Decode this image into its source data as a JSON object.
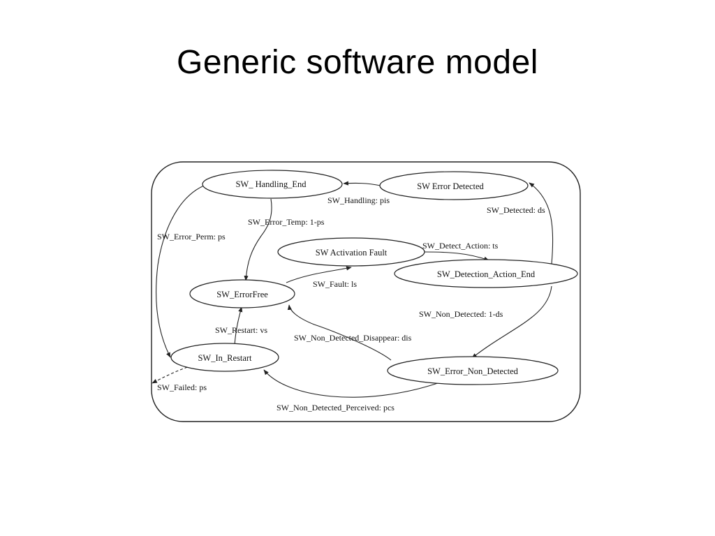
{
  "slide": {
    "title": "Generic software model"
  },
  "diagram": {
    "states": {
      "handling_end": "SW_ Handling_End",
      "error_detected": "SW  Error  Detected",
      "activation_fault": "SW  Activation  Fault",
      "detection_action_end": "SW_Detection_Action_End",
      "error_free": "SW_ErrorFree",
      "in_restart": "SW_In_Restart",
      "error_non_detected": "SW_Error_Non_Detected"
    },
    "transitions": {
      "handling": "SW_Handling: pis",
      "detected": "SW_Detected: ds",
      "error_temp": "SW_Error_Temp: 1-ps",
      "error_perm": "SW_Error_Perm: ps",
      "detect_action": "SW_Detect_Action: ts",
      "fault": "SW_Fault: ls",
      "non_detected": "SW_Non_Detected: 1-ds",
      "restart": "SW_Restart: vs",
      "non_detected_disappear": "SW_Non_Detected_Disappear: dis",
      "failed": "SW_Failed: ps",
      "non_detected_perceived": "SW_Non_Detected_Perceived: pcs"
    }
  }
}
